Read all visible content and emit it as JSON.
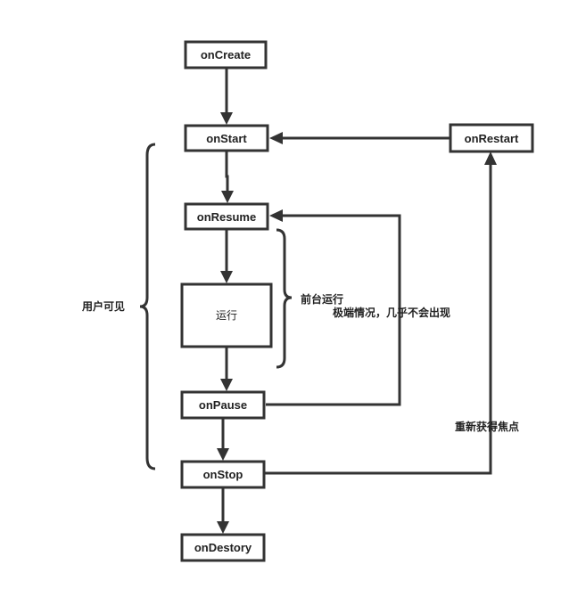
{
  "nodes": {
    "onCreate": "onCreate",
    "onStart": "onStart",
    "onRestart": "onRestart",
    "onResume": "onResume",
    "running": "运行",
    "onPause": "onPause",
    "onStop": "onStop",
    "onDestory": "onDestory"
  },
  "annotations": {
    "user_visible": "用户可见",
    "foreground_running": "前台运行",
    "extreme_case": "极端情况，几乎不会出现",
    "regain_focus": "重新获得焦点"
  },
  "colors": {
    "stroke": "#333333",
    "text": "#222222",
    "background": "#ffffff"
  }
}
